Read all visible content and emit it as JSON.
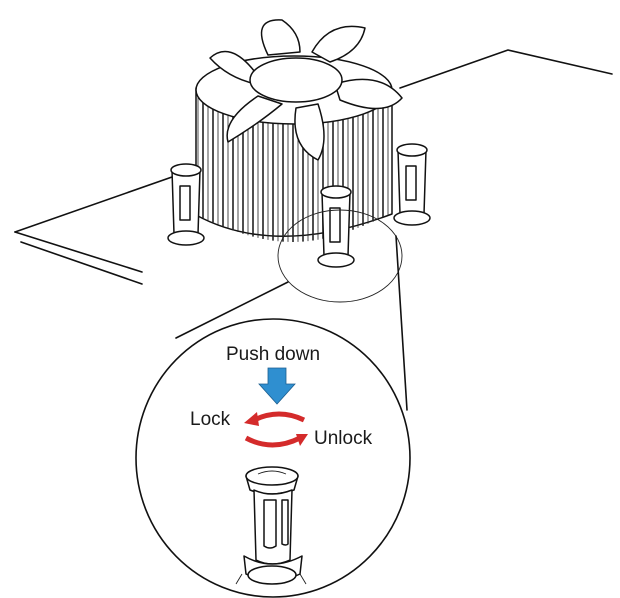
{
  "labels": {
    "push_down": "Push down",
    "lock": "Lock",
    "unlock": "Unlock"
  },
  "colors": {
    "push_arrow": "#2f8fd0",
    "rotate_arrows": "#d42b2b",
    "line_art": "#111111"
  },
  "icons": {
    "push": "down-arrow-icon",
    "lock": "curved-arrow-left-icon",
    "unlock": "curved-arrow-right-icon"
  }
}
